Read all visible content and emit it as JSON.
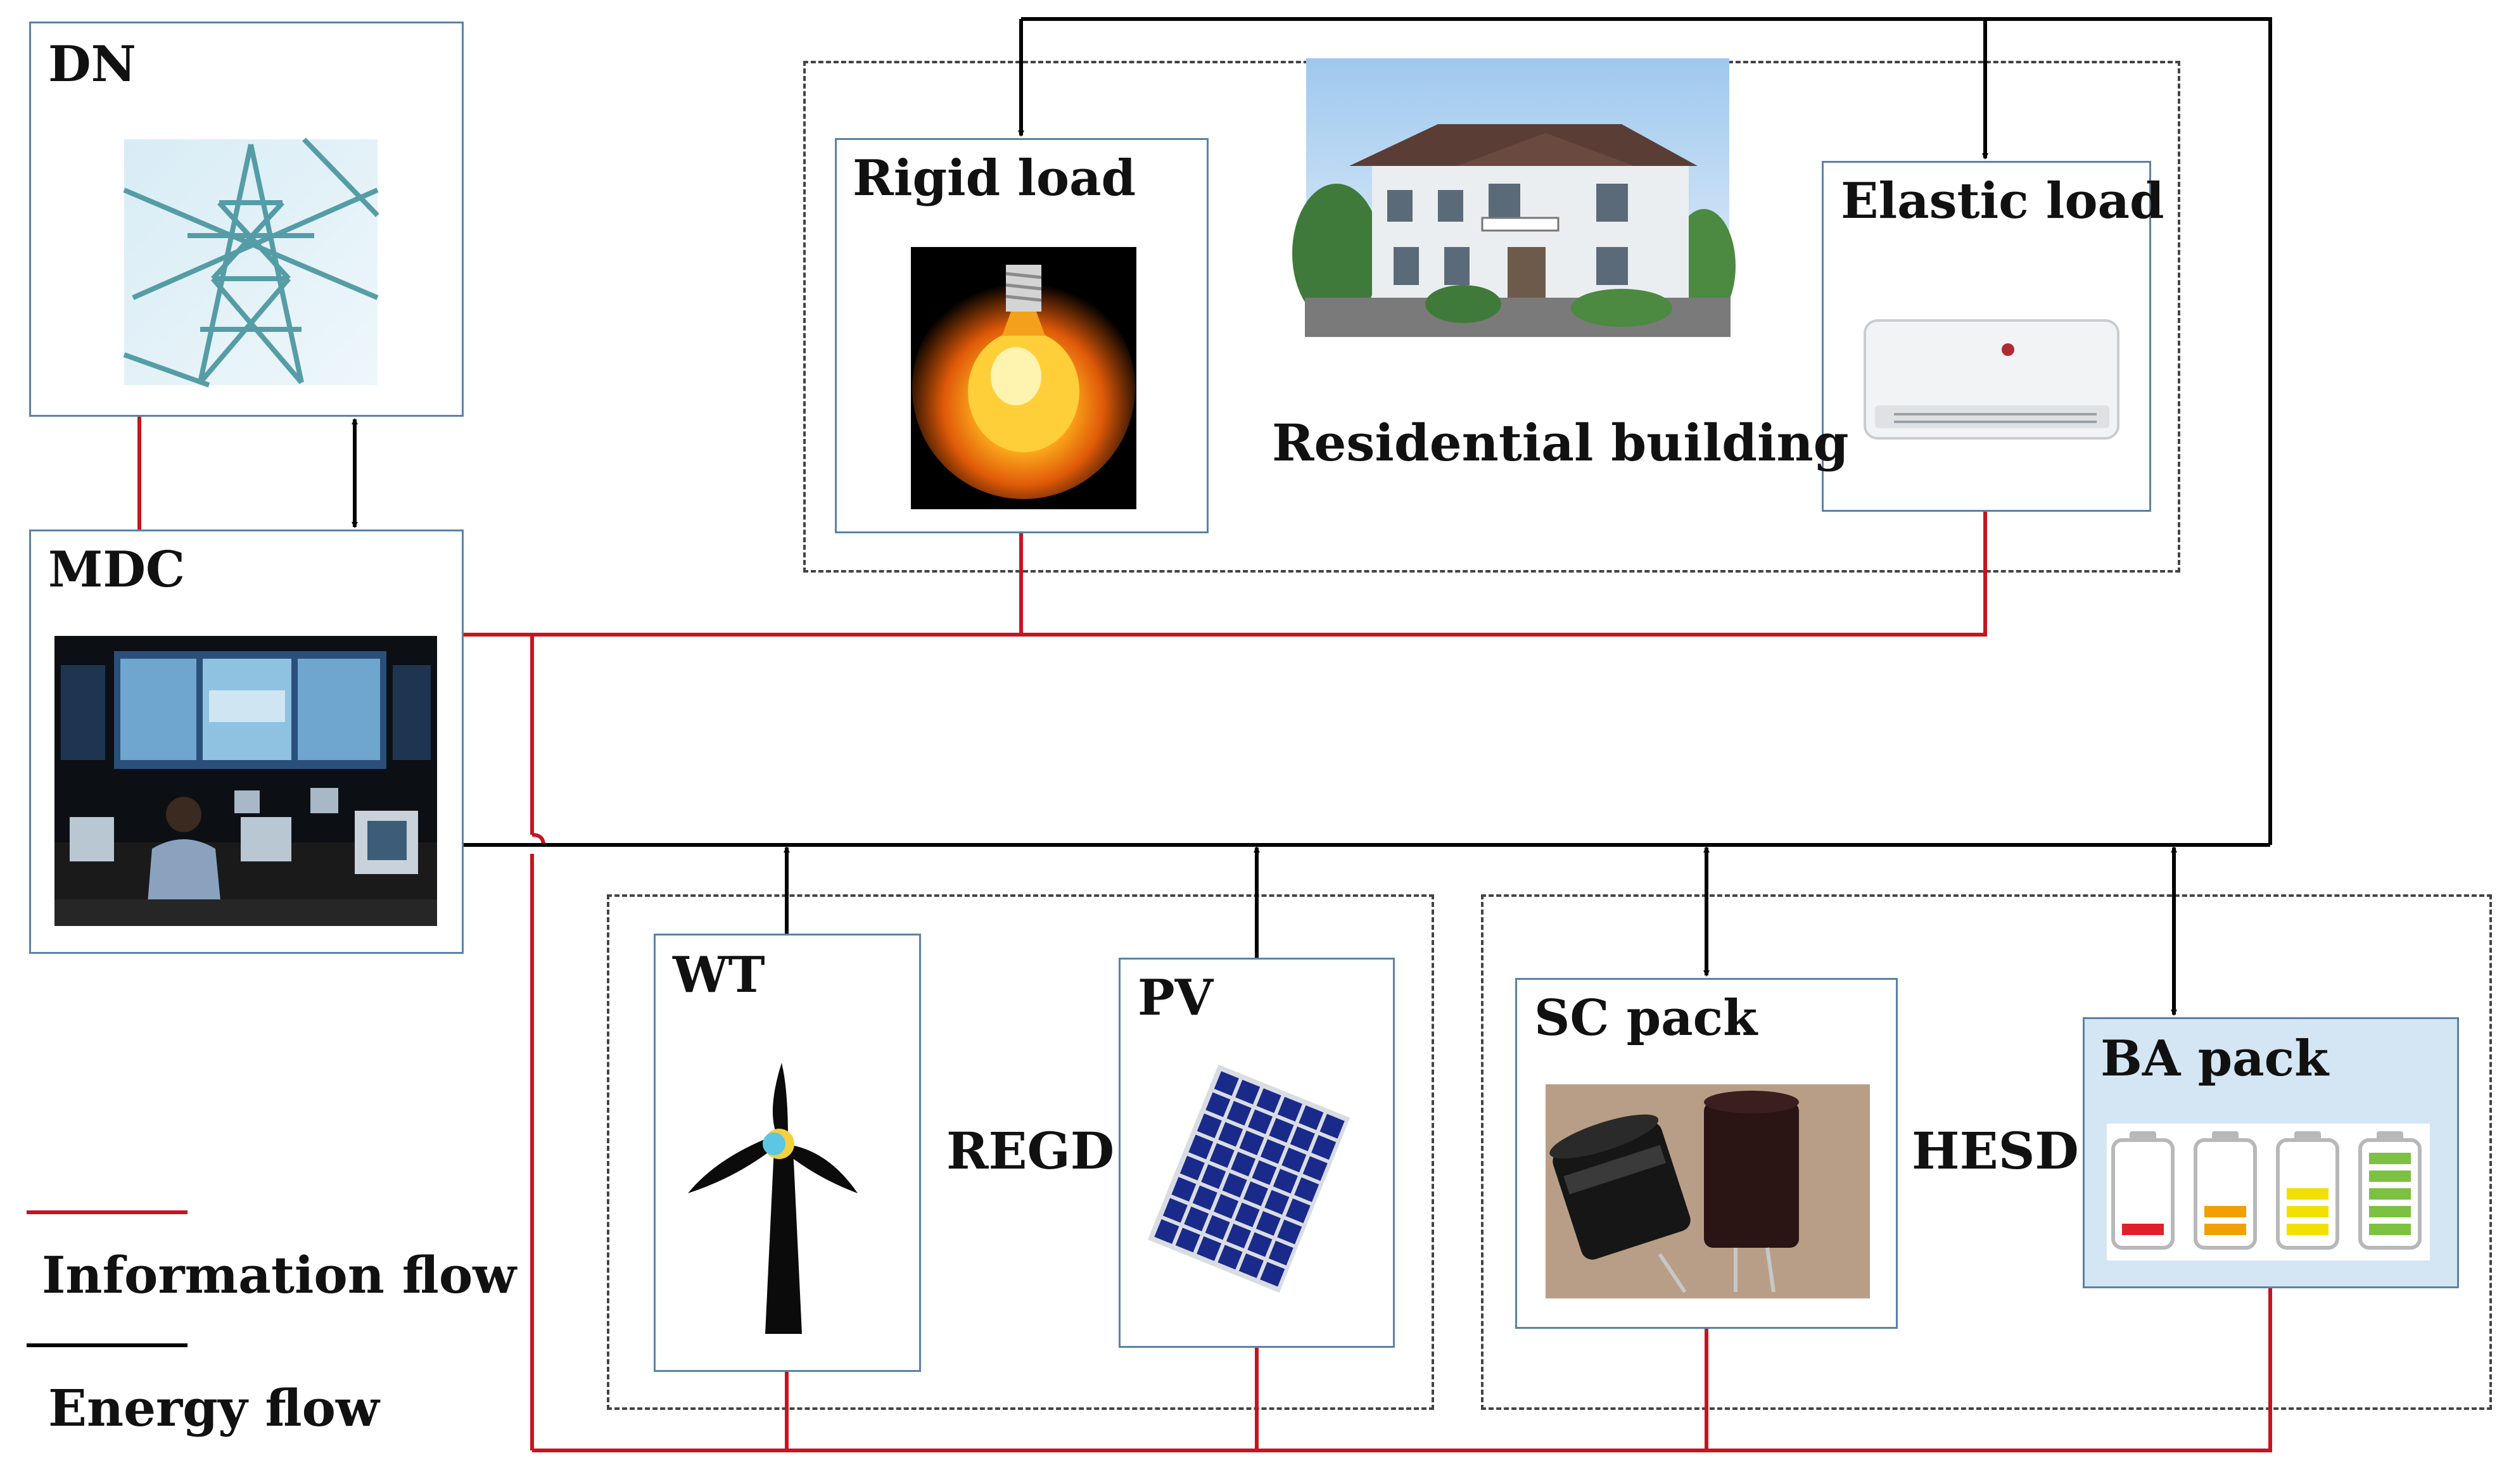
{
  "nodes": {
    "dn": "DN",
    "mdc": "MDC",
    "rigid_load": "Rigid load",
    "elastic_load": "Elastic load",
    "wt": "WT",
    "pv": "PV",
    "sc_pack": "SC pack",
    "ba_pack": "BA pack"
  },
  "groups": {
    "residential": "Residential building",
    "regd": "REGD",
    "hesd": "HESD"
  },
  "legend": {
    "information_flow": "Information flow",
    "energy_flow": "Energy flow"
  },
  "colors": {
    "information_flow": "#c8141e",
    "energy_flow": "#000000",
    "box_border": "#5b82a6"
  }
}
